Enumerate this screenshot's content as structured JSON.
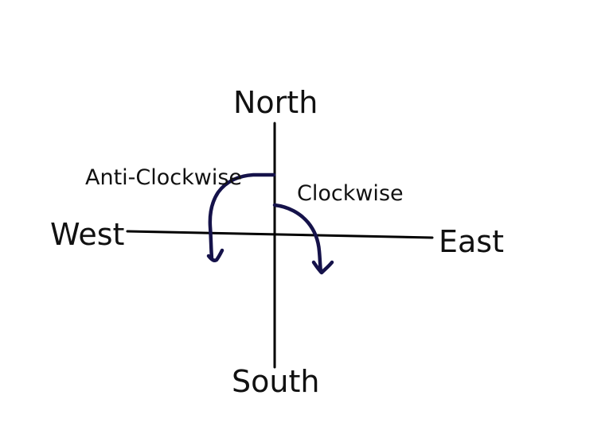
{
  "directions": {
    "north": "North",
    "south": "South",
    "east": "East",
    "west": "West"
  },
  "rotations": {
    "anticlockwise": "Anti-Clockwise",
    "clockwise": "Clockwise"
  },
  "colors": {
    "axis": "#000000",
    "arrow": "#15124a",
    "text": "#111111",
    "background": "#ffffff"
  }
}
